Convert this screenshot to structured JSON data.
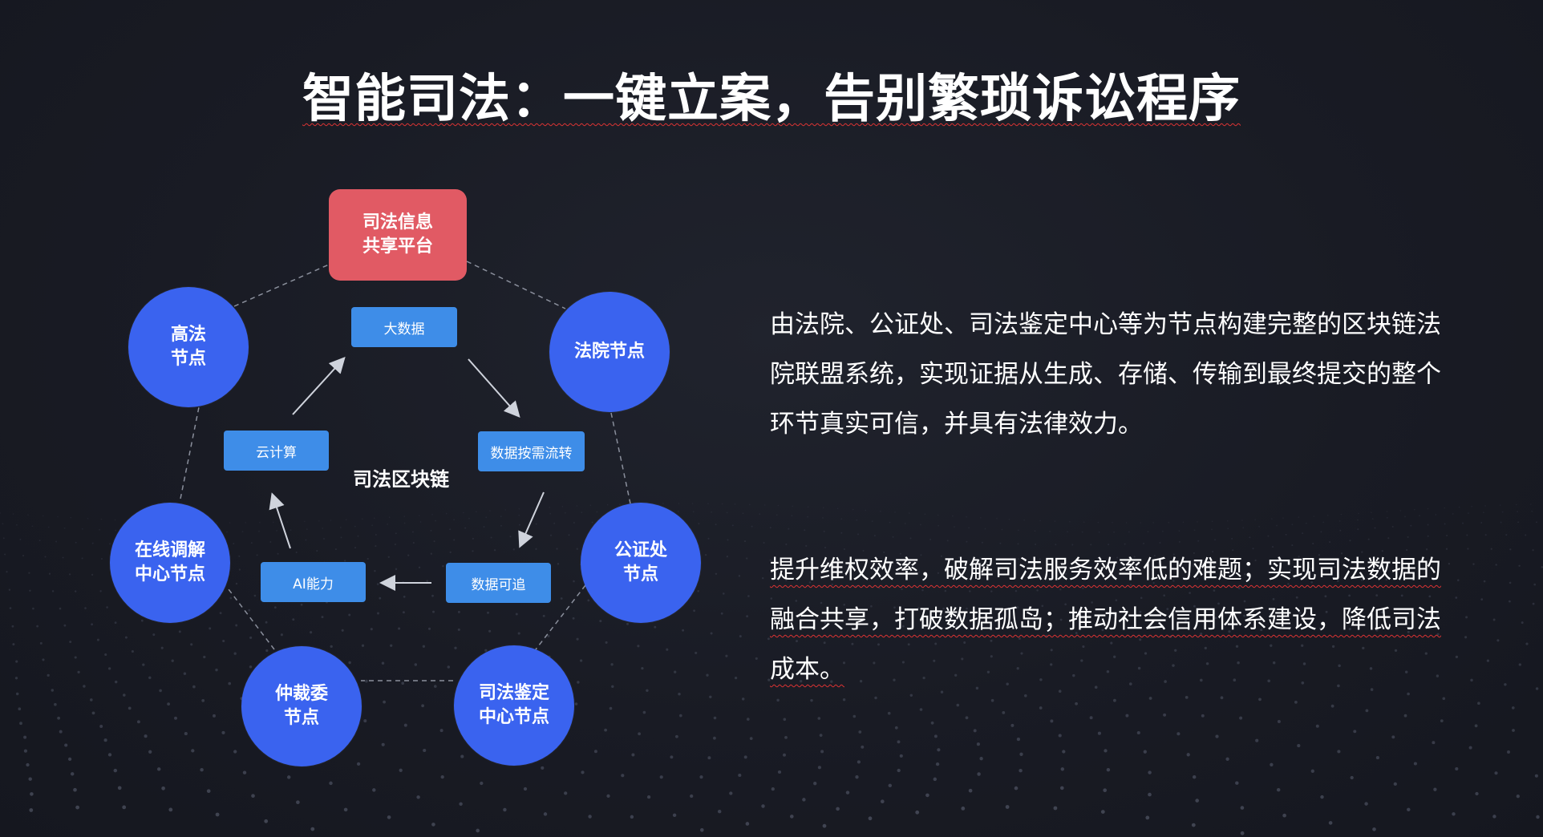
{
  "slide": {
    "title": "智能司法：一键立案，告别繁琐诉讼程序"
  },
  "diagram": {
    "platform": "司法信息\n共享平台",
    "center_label": "司法区块链",
    "nodes": {
      "high_court": "高法\n节点",
      "court": "法院节点",
      "notary": "公证处\n节点",
      "forensic": "司法鉴定\n中心节点",
      "arbitration": "仲裁委\n节点",
      "mediation": "在线调解\n中心节点"
    },
    "tags": {
      "big_data": "大数据",
      "data_flow": "数据按需流转",
      "traceable": "数据可追",
      "ai": "AI能力",
      "cloud": "云计算"
    },
    "colors": {
      "node": "#3a63ef",
      "platform": "#e15a64",
      "tag": "#3e8de8"
    }
  },
  "text": {
    "paragraph1": "由法院、公证处、司法鉴定中心等为节点构建完整的区块链法院联盟系统，实现证据从生成、存储、传输到最终提交的整个环节真实可信，并具有法律效力。",
    "paragraph2": "提升维权效率，破解司法服务效率低的难题；实现司法数据的融合共享，打破数据孤岛；推动社会信用体系建设，降低司法成本。"
  }
}
